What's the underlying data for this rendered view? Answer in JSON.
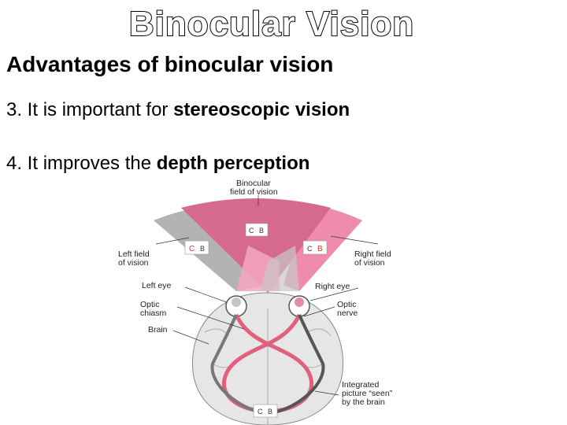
{
  "slide": {
    "title": "Binocular Vision",
    "subtitle": "Advantages of binocular vision",
    "points": [
      {
        "prefix": "3. It is important for ",
        "bold": "stereoscopic vision"
      },
      {
        "prefix": "4. It improves the ",
        "bold": "depth perception"
      }
    ]
  },
  "diagram": {
    "labels": {
      "binocular_1": "Binocular",
      "binocular_2": "field of vision",
      "left_field_1": "Left field",
      "left_field_2": "of vision",
      "right_field_1": "Right field",
      "right_field_2": "of vision",
      "left_eye": "Left eye",
      "right_eye": "Right eye",
      "optic_chiasm_1": "Optic",
      "optic_chiasm_2": "chiasm",
      "optic_nerve_1": "Optic",
      "optic_nerve_2": "nerve",
      "brain": "Brain",
      "integrated_1": "Integrated",
      "integrated_2": "picture “seen”",
      "integrated_3": "by the brain"
    },
    "cube_letters": {
      "c": "C",
      "b": "B"
    },
    "colors": {
      "binocular": "#d66a8c",
      "left_field": "#b3b3b3",
      "right_field": "#f08cab",
      "pathway": "#e0607e",
      "brain": "#e6e6e6"
    }
  }
}
